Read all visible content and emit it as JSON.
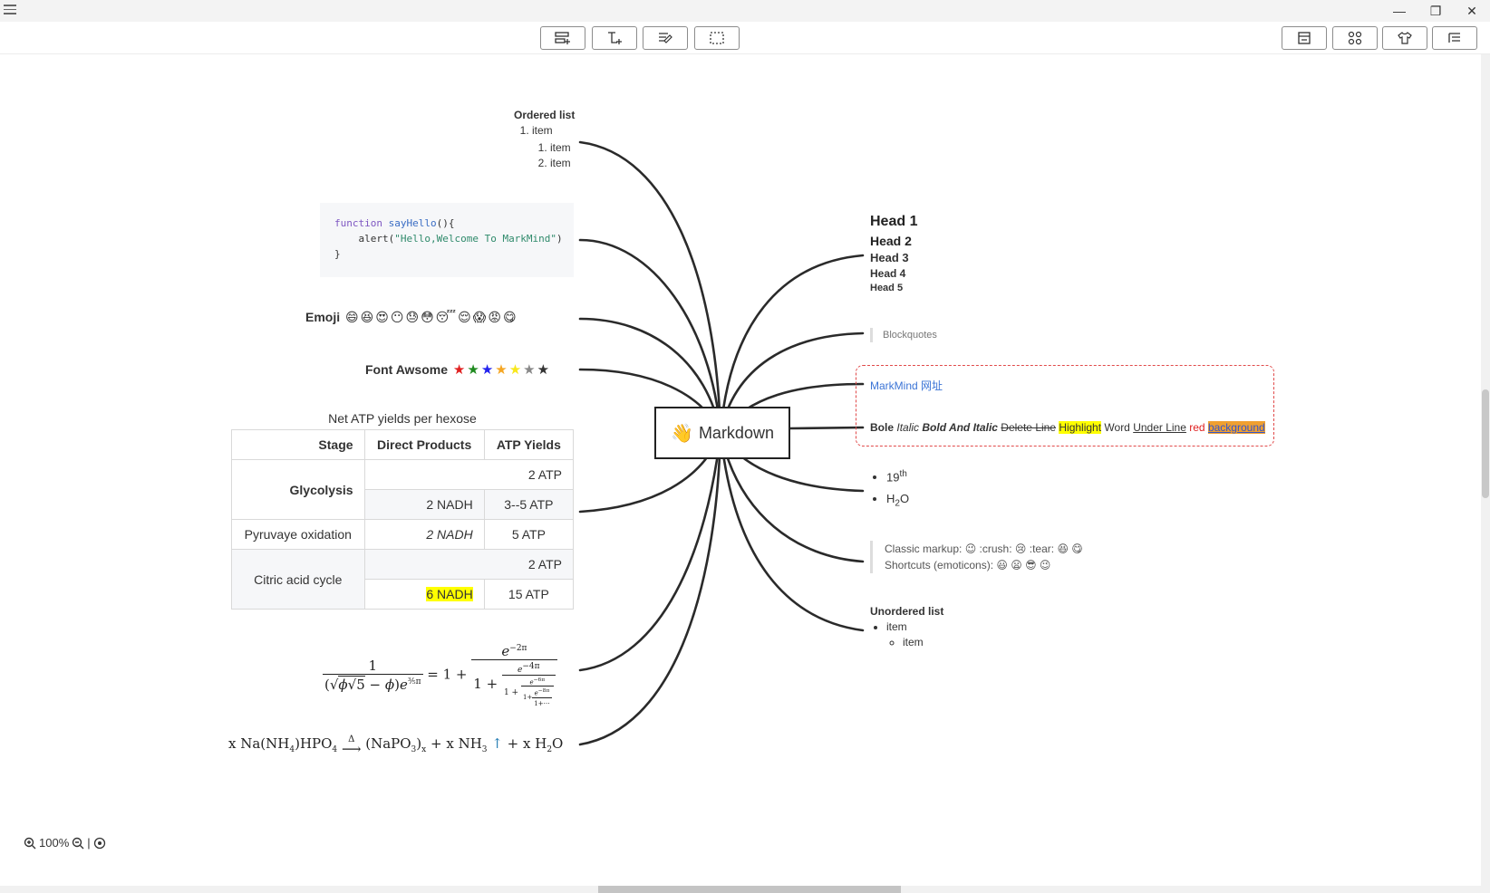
{
  "titlebar": {
    "menu_icon": "hamburger-icon",
    "minimize": "—",
    "restore": "❐",
    "close": "✕"
  },
  "toolbar": {
    "left_buttons": [
      "add-sibling-icon",
      "add-child-icon",
      "add-note-icon",
      "select-box-icon"
    ],
    "right_buttons": [
      "window-icon",
      "structure-icon",
      "theme-shirt-icon",
      "outline-list-icon"
    ]
  },
  "root": {
    "emoji": "👋",
    "label": "Markdown"
  },
  "ordered_list": {
    "title": "Ordered list",
    "item": "item",
    "sub_items": [
      "item",
      "item"
    ]
  },
  "code": {
    "line1_kw": "function",
    "line1_fn": "sayHello",
    "line1_rest": "(){",
    "line2_pre": "    alert(",
    "line2_str": "\"Hello,Welcome To MarkMind\"",
    "line2_post": ")",
    "line3": "}"
  },
  "emoji": {
    "label": "Emoji",
    "icons": [
      "😄",
      "😆",
      "😍",
      "😶",
      "😓",
      "😳",
      "😴",
      "😌",
      "😱",
      "😡",
      "😋"
    ]
  },
  "font_awesome": {
    "label": "Font Awsome",
    "star_colors": [
      "#e02020",
      "#1f8a1f",
      "#2222ee",
      "#f5a623",
      "#f8e71c",
      "#888888",
      "#333333"
    ]
  },
  "table": {
    "caption": "Net ATP yields per hexose",
    "headers": [
      "Stage",
      "Direct Products",
      "ATP Yields"
    ],
    "glycolysis": "Glycolysis",
    "row1_atp": "2 ATP",
    "row2_products": "2 NADH",
    "row2_atp": "3--5 ATP",
    "pyruvate": "Pyruvaye oxidation",
    "row3_products": "2 NADH",
    "row3_atp": "5 ATP",
    "citric": "Citric acid cycle",
    "row4_atp": "2 ATP",
    "row5_products": "6 NADH",
    "row5_atp": "15 ATP"
  },
  "math": {
    "one": "1",
    "phi": "ϕ",
    "five": "5",
    "eq": "= 1 +",
    "eq_chem_left": "x Na(NH",
    "eq_chem_sub4": "4",
    "eq_chem_mid": ")HPO",
    "eq_chem_sub4b": "4",
    "delta": "Δ",
    "eq_chem_right1": "(NaPO",
    "eq_chem_sub3": "3",
    "eq_chem_right2": ")",
    "eq_chem_subx": "x",
    "eq_chem_right3": "+ x NH",
    "eq_chem_sub3b": "3",
    "up": "↑",
    "eq_chem_right4": "+ x H",
    "eq_chem_sub2": "2",
    "eq_chem_right5": "O"
  },
  "heads": [
    "Head 1",
    "Head 2",
    "Head 3",
    "Head 4",
    "Head 5"
  ],
  "blockquote": "Blockquotes",
  "link": {
    "text": "MarkMind 网址"
  },
  "formats": {
    "bole": "Bole",
    "italic": "Italic",
    "bold_italic": "Bold And Italic",
    "delete": "Delete Line",
    "highlight": "Highlight",
    "word": "Word",
    "underline": "Under Line",
    "red": "red",
    "background": "background"
  },
  "sup_sub": {
    "base1": "19",
    "sup": "th",
    "base2a": "H",
    "sub": "2",
    "base2b": "O"
  },
  "emoticons": {
    "classic_label": "Classic markup:",
    "classic": [
      "😉",
      ":crush:",
      "😢",
      ":tear:",
      "😆",
      "😋"
    ],
    "shortcuts_label": "Shortcuts (emoticons):",
    "shortcuts": [
      "😃",
      "😦",
      "😎",
      "😉"
    ]
  },
  "unordered_list": {
    "title": "Unordered list",
    "item": "item",
    "sub_item": "item"
  },
  "zoom": {
    "level": "100%",
    "separator": "|"
  }
}
